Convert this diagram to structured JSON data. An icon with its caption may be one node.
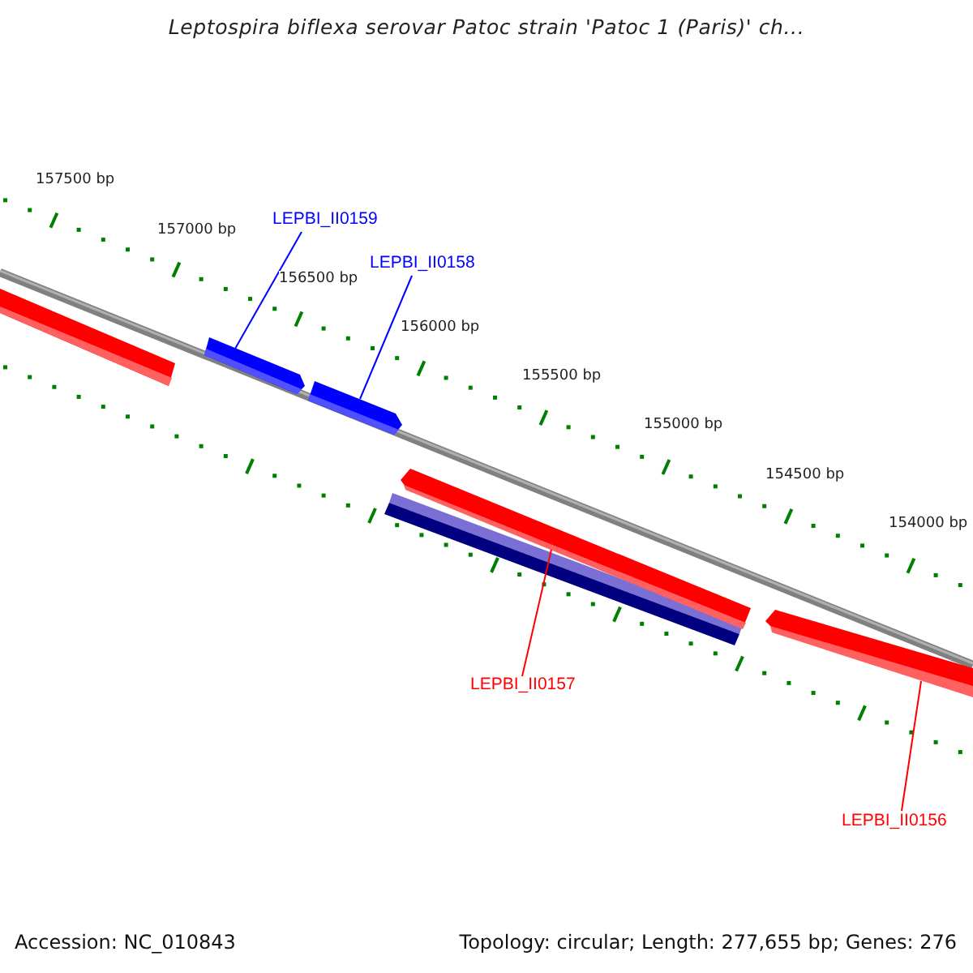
{
  "diagram": {
    "title": "Leptospira biflexa serovar Patoc strain 'Patoc 1 (Paris)' ch...",
    "nodes": [
      {
        "text": [
          "LEPBI_II0159"
        ]
      },
      {
        "text": [
          "LEPBI_II0158"
        ]
      },
      {
        "text": [
          "LEPBI_II0157"
        ]
      },
      {
        "text": [
          "LEPBI_II0156"
        ]
      },
      {
        "text": [],
        "shape": "bar"
      },
      {
        "text": [],
        "shape": "bar"
      },
      {
        "text": [],
        "shape": "bar"
      },
      {
        "text": [],
        "shape": "bar"
      },
      {
        "text": [],
        "shape": "bar"
      },
      {
        "text": [],
        "shape": "bar"
      }
    ],
    "edges": [
      {
        "from": 0,
        "to": 5,
        "arrow": "none",
        "color": "#0000ff"
      },
      {
        "from": 1,
        "to": 6,
        "arrow": "none",
        "color": "#0000ff"
      },
      {
        "from": 2,
        "to": 8,
        "arrow": "none",
        "color": "#ff0000"
      },
      {
        "from": 3,
        "to": 9,
        "arrow": "none",
        "color": "#ff0000"
      }
    ],
    "labels": [
      "157500 bp",
      "157000 bp",
      "156500 bp",
      "156000 bp",
      "155500 bp",
      "155000 bp",
      "154500 bp",
      "154000 bp",
      "Accession: NC_010843",
      "Topology: circular; Length: 277,655 bp; Genes: 276"
    ]
  }
}
